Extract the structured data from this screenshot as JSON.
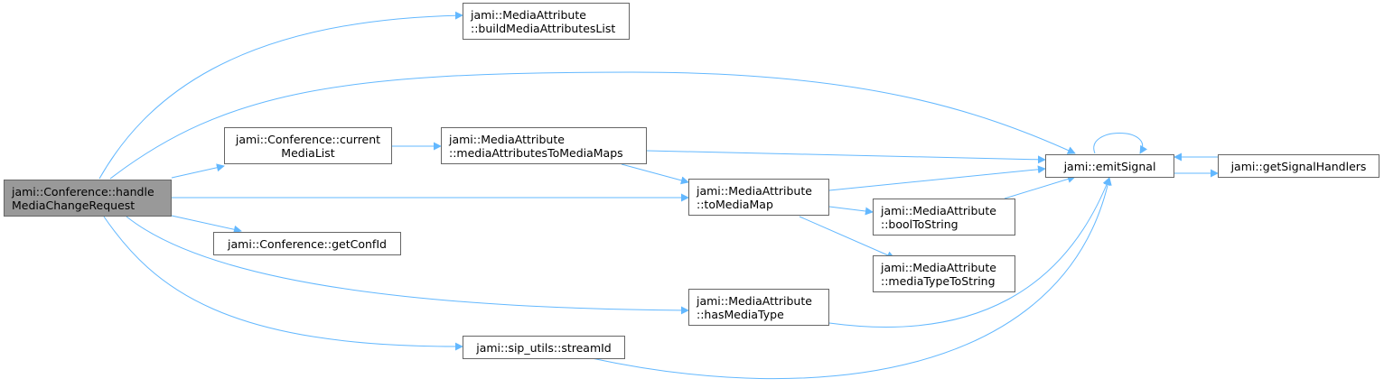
{
  "graph": {
    "nodes": {
      "root": {
        "line1": "jami::Conference::handle",
        "line2": "MediaChangeRequest"
      },
      "build": {
        "line1": "jami::MediaAttribute",
        "line2": "::buildMediaAttributesList"
      },
      "current": {
        "line1": "jami::Conference::current",
        "line2": "MediaList"
      },
      "toMaps": {
        "line1": "jami::MediaAttribute",
        "line2": "::mediaAttributesToMediaMaps"
      },
      "toMap": {
        "line1": "jami::MediaAttribute",
        "line2": "::toMediaMap"
      },
      "getConf": {
        "line1": "jami::Conference::getConfId"
      },
      "hasType": {
        "line1": "jami::MediaAttribute",
        "line2": "::hasMediaType"
      },
      "stream": {
        "line1": "jami::sip_utils::streamId"
      },
      "boolStr": {
        "line1": "jami::MediaAttribute",
        "line2": "::boolToString"
      },
      "typeStr": {
        "line1": "jami::MediaAttribute",
        "line2": "::mediaTypeToString"
      },
      "emit": {
        "line1": "jami::emitSignal"
      },
      "handlers": {
        "line1": "jami::getSignalHandlers"
      }
    },
    "colors": {
      "edge": "#63b8ff",
      "root_fill": "#999999",
      "border": "#666666"
    }
  }
}
